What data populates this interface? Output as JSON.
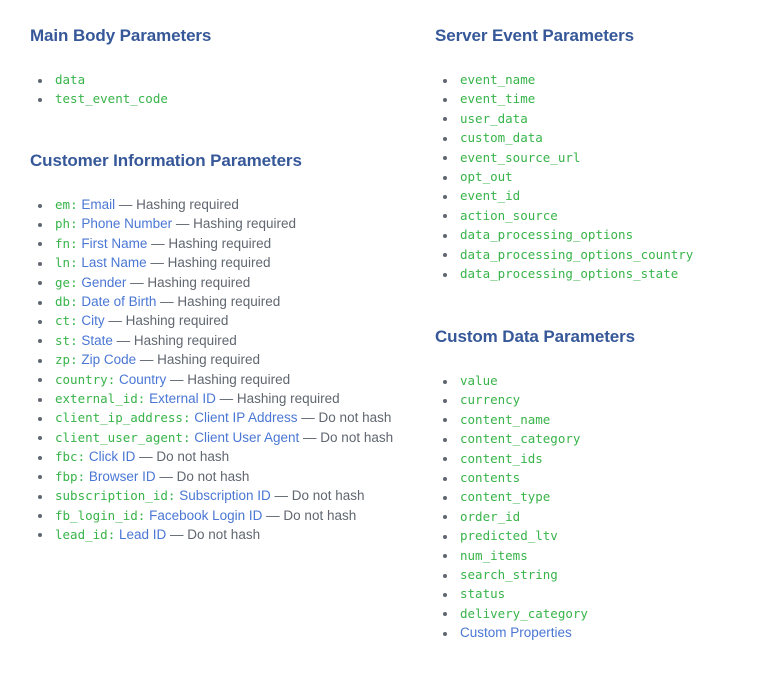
{
  "sections": {
    "main_body": {
      "heading": "Main Body Parameters",
      "items": [
        {
          "code": "data"
        },
        {
          "code": "test_event_code"
        }
      ]
    },
    "customer_information": {
      "heading": "Customer Information Parameters",
      "items": [
        {
          "code": "em",
          "label": "Email",
          "note": "— Hashing required"
        },
        {
          "code": "ph",
          "label": "Phone Number",
          "note": "— Hashing required"
        },
        {
          "code": "fn",
          "label": "First Name",
          "note": "— Hashing required"
        },
        {
          "code": "ln",
          "label": "Last Name",
          "note": "— Hashing required"
        },
        {
          "code": "ge",
          "label": "Gender",
          "note": "— Hashing required"
        },
        {
          "code": "db",
          "label": "Date of Birth",
          "note": "— Hashing required"
        },
        {
          "code": "ct",
          "label": "City",
          "note": "— Hashing required"
        },
        {
          "code": "st",
          "label": "State",
          "note": "— Hashing required"
        },
        {
          "code": "zp",
          "label": "Zip Code",
          "note": "— Hashing required"
        },
        {
          "code": "country",
          "label": "Country",
          "note": "— Hashing required"
        },
        {
          "code": "external_id",
          "label": "External ID",
          "note": "— Hashing required"
        },
        {
          "code": "client_ip_address",
          "label": "Client IP Address",
          "note": "— Do not hash"
        },
        {
          "code": "client_user_agent",
          "label": "Client User Agent",
          "note": "— Do not hash"
        },
        {
          "code": "fbc",
          "label": "Click ID",
          "note": "— Do not hash"
        },
        {
          "code": "fbp",
          "label": "Browser ID",
          "note": "— Do not hash"
        },
        {
          "code": "subscription_id",
          "label": "Subscription ID",
          "note": "— Do not hash"
        },
        {
          "code": "fb_login_id",
          "label": "Facebook Login ID",
          "note": "— Do not hash"
        },
        {
          "code": "lead_id",
          "label": "Lead ID",
          "note": "— Do not hash"
        }
      ]
    },
    "server_event": {
      "heading": "Server Event Parameters",
      "items": [
        {
          "code": "event_name"
        },
        {
          "code": "event_time"
        },
        {
          "code": "user_data"
        },
        {
          "code": "custom_data"
        },
        {
          "code": "event_source_url"
        },
        {
          "code": "opt_out"
        },
        {
          "code": "event_id"
        },
        {
          "code": "action_source"
        },
        {
          "code": "data_processing_options"
        },
        {
          "code": "data_processing_options_country"
        },
        {
          "code": "data_processing_options_state"
        }
      ]
    },
    "custom_data": {
      "heading": "Custom Data Parameters",
      "items": [
        {
          "code": "value"
        },
        {
          "code": "currency"
        },
        {
          "code": "content_name"
        },
        {
          "code": "content_category"
        },
        {
          "code": "content_ids"
        },
        {
          "code": "contents"
        },
        {
          "code": "content_type"
        },
        {
          "code": "order_id"
        },
        {
          "code": "predicted_ltv"
        },
        {
          "code": "num_items"
        },
        {
          "code": "search_string"
        },
        {
          "code": "status"
        },
        {
          "code": "delivery_category"
        },
        {
          "label": "Custom Properties"
        }
      ]
    }
  },
  "colors": {
    "heading": "#365899",
    "code": "#38b44a",
    "link": "#4a77d4",
    "note": "#606770",
    "background": "#ffffff"
  }
}
